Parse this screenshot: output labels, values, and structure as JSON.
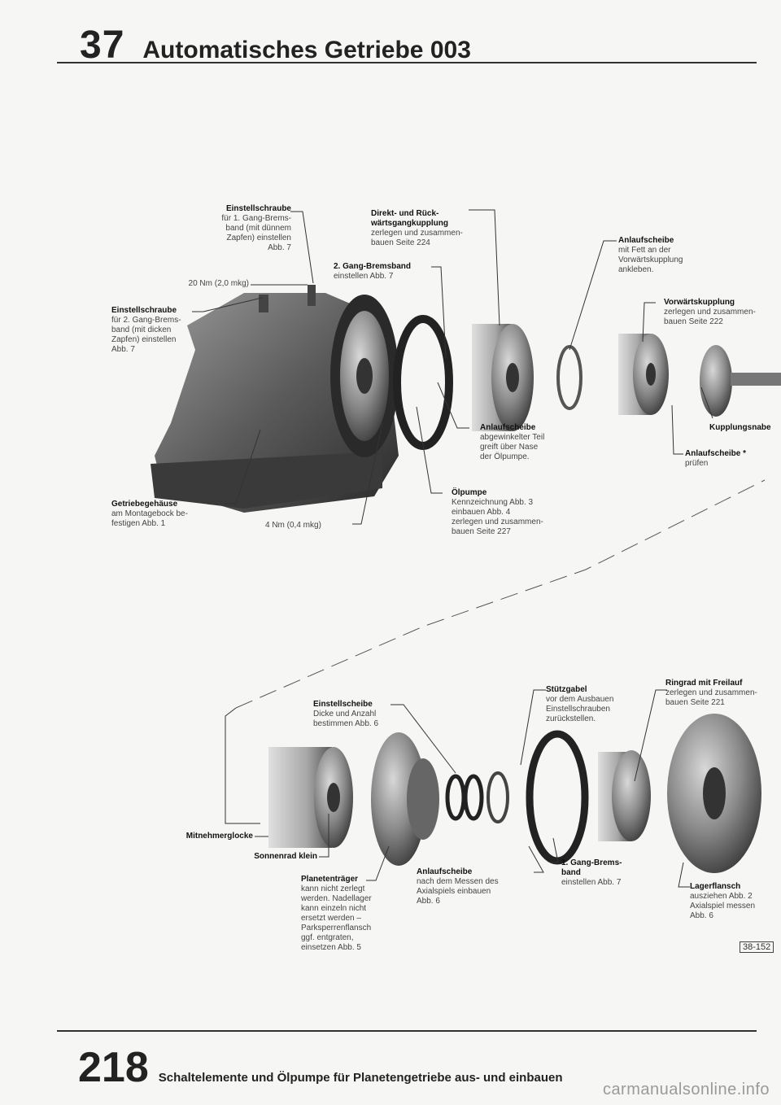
{
  "header": {
    "chapter": "37",
    "title": "Automatisches Getriebe 003"
  },
  "footer": {
    "page_number": "218",
    "section_title": "Schaltelemente und Ölpumpe für Planetengetriebe aus- und einbauen"
  },
  "figure_code": "38-152",
  "watermark": "carmanualsonline.info",
  "labels": {
    "einstellschraube_1": {
      "title": "Einstellschraube",
      "body": "für 1. Gang-Brems-\nband (mit dünnem\nZapfen) einstellen\nAbb. 7"
    },
    "torque_20": {
      "body": "20 Nm (2,0 mkg)"
    },
    "einstellschraube_2": {
      "title": "Einstellschraube",
      "body": "für 2. Gang-Brems-\nband (mit dicken\nZapfen) einstellen\nAbb. 7"
    },
    "getriebegehaeuse": {
      "title": "Getriebegehäuse",
      "body": "am Montagebock be-\nfestigen Abb. 1"
    },
    "torque_4": {
      "body": "4 Nm (0,4 mkg)"
    },
    "direkt_kupplung": {
      "title": "Direkt- und Rück-\nwärtsgangkupplung",
      "body": "zerlegen und zusammen-\nbauen Seite 224"
    },
    "bremsband_2": {
      "title": "2. Gang-Bremsband",
      "body": "einstellen Abb. 7"
    },
    "anlaufscheibe_top": {
      "title": "Anlaufscheibe",
      "body": "mit Fett an der\nVorwärtskupplung\nankleben."
    },
    "vorwaertskupplung": {
      "title": "Vorwärtskupplung",
      "body": "zerlegen und zusammen-\nbauen Seite 222"
    },
    "kupplungsnabe": {
      "title": "Kupplungsnabe",
      "body": ""
    },
    "anlaufscheibe_pruefen": {
      "title": "Anlaufscheibe *",
      "body": "prüfen"
    },
    "anlaufscheibe_mid": {
      "title": "Anlaufscheibe",
      "body": "abgewinkelter Teil\ngreift über Nase\nder Ölpumpe."
    },
    "oelpumpe": {
      "title": "Ölpumpe",
      "body": "Kennzeichnung Abb. 3\neinbauen Abb. 4\nzerlegen und zusammen-\nbauen Seite 227"
    },
    "einstellscheibe": {
      "title": "Einstellscheibe",
      "body": "Dicke und Anzahl\nbestimmen Abb. 6"
    },
    "stuetzgabel": {
      "title": "Stützgabel",
      "body": "vor dem Ausbauen\nEinstellschrauben\nzurückstellen."
    },
    "ringrad": {
      "title": "Ringrad mit Freilauf",
      "body": "zerlegen und zusammen-\nbauen Seite 221"
    },
    "mitnehmerglocke": {
      "title": "Mitnehmerglocke",
      "body": ""
    },
    "sonnenrad": {
      "title": "Sonnenrad klein",
      "body": ""
    },
    "planetentraeger": {
      "title": "Planetenträger",
      "body": "kann nicht zerlegt\nwerden. Nadellager\nkann einzeln nicht\nersetzt werden –\nParksperrenflansch\nggf. entgraten,\neinsetzen Abb. 5"
    },
    "anlaufscheibe_bottom": {
      "title": "Anlaufscheibe",
      "body": "nach dem Messen des\nAxialspiels einbauen\nAbb. 6"
    },
    "bremsband_1": {
      "title": "1. Gang-Brems-\nband",
      "body": "einstellen Abb. 7"
    },
    "lagerflansch": {
      "title": "Lagerflansch",
      "body": "ausziehen Abb. 2\nAxialspiel messen\nAbb. 6"
    }
  }
}
